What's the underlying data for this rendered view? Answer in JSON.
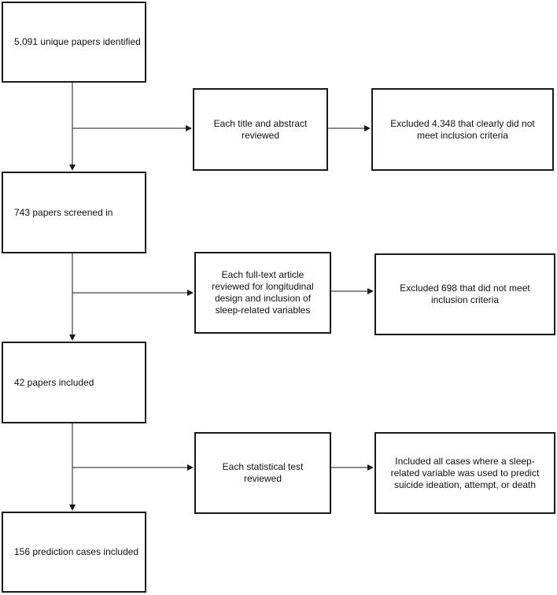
{
  "stages": [
    {
      "label": "5,091 unique papers identified"
    },
    {
      "label": "743 papers screened in"
    },
    {
      "label": "42 papers included"
    },
    {
      "label": "156 prediction cases included"
    }
  ],
  "reviews": [
    {
      "label": "Each title and abstract reviewed"
    },
    {
      "label": "Each full-text article reviewed for longitudinal design and inclusion of sleep-related variables"
    },
    {
      "label": "Each statistical test reviewed"
    }
  ],
  "outcomes": [
    {
      "label": "Excluded 4,348 that clearly did not meet inclusion criteria"
    },
    {
      "label": "Excluded 698 that did not meet inclusion criteria"
    },
    {
      "label": "Included all cases where a sleep-related variable was used to predict suicide ideation, attempt, or death"
    }
  ]
}
